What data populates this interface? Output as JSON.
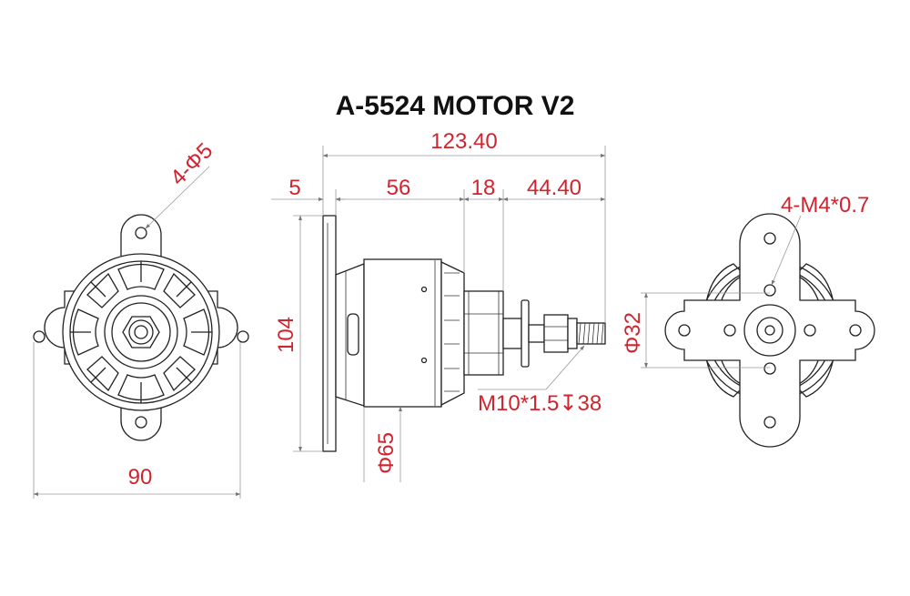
{
  "title": "A-5524 MOTOR V2",
  "colors": {
    "dimension": "#d0242f",
    "outline": "#222222",
    "extension": "#9a9a9a"
  },
  "dimensions": {
    "hole_callout": "4-Φ5",
    "mount_width": "90",
    "overall_length": "123.40",
    "plate_thickness": "5",
    "body_length": "56",
    "segment_length": "18",
    "shaft_length": "44.40",
    "plate_height": "104",
    "body_diameter": "Φ65",
    "shaft_thread": "M10*1.5↧38",
    "mount_thread": "4-M4*0.7",
    "hub_diameter": "Φ32"
  }
}
